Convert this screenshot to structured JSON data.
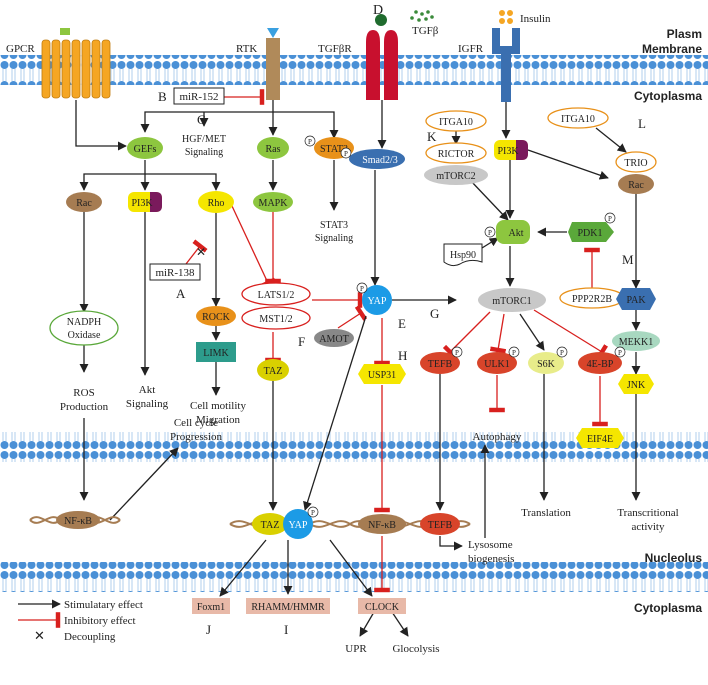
{
  "regions": {
    "plasm_membrane_1": "Plasm",
    "plasm_membrane_2": "Membrane",
    "cytoplasma_top": "Cytoplasma",
    "nucleolus": "Nucleolus",
    "cytoplasma_bottom": "Cytoplasma"
  },
  "receptors": {
    "gpcr": "GPCR",
    "rtk": "RTK",
    "tgfbr": "TGFβR",
    "tgfb": "TGFβ",
    "igfr": "IGFR",
    "insulin": "Insulin"
  },
  "panel_letters": {
    "a": "A",
    "b": "B",
    "c": "C",
    "d": "D",
    "e": "E",
    "f": "F",
    "g": "G",
    "h": "H",
    "i": "I",
    "j": "J",
    "k": "K",
    "l": "L",
    "m": "M"
  },
  "nodes": {
    "mir152": "miR-152",
    "hgf_met_1": "HGF/MET",
    "hgf_met_2": "Signaling",
    "gefs": "GEFs",
    "ras": "Ras",
    "stat3": "STAT3",
    "stat3_sig_1": "STAT3",
    "stat3_sig_2": "Signaling",
    "smad": "Smad2/3",
    "rac_left": "Rac",
    "pi3k_left": "PI3K",
    "rho": "Rho",
    "mir138": "miR-138",
    "mapk": "MAPK",
    "rock": "ROCK",
    "limk": "LIMK",
    "lats": "LATS1/2",
    "mst": "MST1/2",
    "yap": "YAP",
    "amot": "AMOT",
    "taz": "TAZ",
    "usp31": "USP31",
    "nadph_1": "NADPH",
    "nadph_2": "Oxidase",
    "ros_1": "ROS",
    "ros_2": "Production",
    "akt_sig_1": "Akt",
    "akt_sig_2": "Signaling",
    "cellcycle_1": "Cell cycle",
    "cellcycle_2": "Progression",
    "motility_1": "Cell motility",
    "motility_2": "Migration",
    "nfkb_left": "NF-κB",
    "itga10_k": "ITGA10",
    "rictor": "RICTOR",
    "mtorc2": "mTORC2",
    "itga10_l": "ITGA10",
    "pi3k_right": "PI3K",
    "akt": "Akt",
    "pdk1": "PDK1",
    "hsp90": "Hsp90",
    "ppp2r2b": "PPP2R2B",
    "mtorc1": "mTORC1",
    "trio": "TRIO",
    "rac_right": "Rac",
    "pak": "PAK",
    "mekk1": "MEKK1",
    "jnk": "JNK",
    "tefb": "TEFB",
    "ulk1": "ULK1",
    "s6k": "S6K",
    "ebp": "4E-BP",
    "eif4e": "EIF4E",
    "autophagy": "Autophagy",
    "translation": "Translation",
    "transcr_1": "Transcritional",
    "transcr_2": "activity",
    "taz_n": "TAZ",
    "yap_n": "YAP",
    "nfkb_n": "NF-κB",
    "tefb_n": "TEFB",
    "lysosome_1": "Lysosome",
    "lysosome_2": "biogenesis",
    "foxm1": "Foxm1",
    "rhamm": "RHAMM/HMMR",
    "clock": "CLOCK",
    "upr": "UPR",
    "glycolysis": "Glocolysis",
    "phospho": "P"
  },
  "legend": {
    "stimulatory": "Stimulatary effect",
    "inhibitory": "Inhibitory effect",
    "decoupling": "Decoupling"
  },
  "colors": {
    "membrane_blue": "#4a90d6",
    "inhibit_red": "#d8201e",
    "gefs_green": "#8dc63f",
    "rac_brown": "#a67c52",
    "yellow": "#f5e600",
    "yap_blue": "#1c9be6",
    "rock_orange": "#e8911a",
    "limk_teal": "#2d9c8c",
    "ulk_red": "#d8442a",
    "pink": "#e8b9a8",
    "pi3k_purple": "#7a1a5c",
    "receptor_orange": "#f5a623",
    "receptor_red": "#c8102e",
    "igfr_blue": "#3a6fb0"
  }
}
